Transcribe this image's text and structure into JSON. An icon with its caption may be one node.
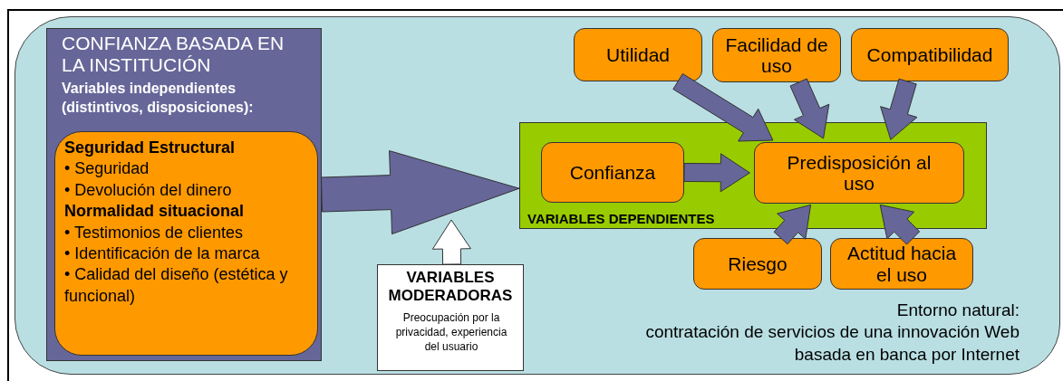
{
  "diagram": {
    "nodes": [
      {
        "text": [
          "Entorno natural:",
          "contratación de servicios de una innovación Web basada en banca por Internet"
        ]
      },
      {
        "text": [
          "CONFIANZA BASADA EN LA INSTITUCIÓN",
          "Variables independientes (distintivos, disposiciones):"
        ],
        "in": 0
      },
      {
        "text": [
          "Seguridad Estructural",
          "• Seguridad",
          "• Devolución del dinero",
          "Normalidad situacional",
          "• Testimonios de clientes",
          "• Identificación de la marca",
          "• Calidad del diseño (estética y funcional)"
        ],
        "in": 1
      },
      {
        "text": [
          "VARIABLES DEPENDIENTES"
        ],
        "in": 0
      },
      {
        "text": [
          "Confianza"
        ],
        "in": 3
      },
      {
        "text": [
          "Predisposición al uso"
        ],
        "in": 3
      },
      {
        "text": [
          "Utilidad"
        ],
        "in": 0
      },
      {
        "text": [
          "Facilidad de uso"
        ],
        "in": 0
      },
      {
        "text": [
          "Compatibilidad"
        ],
        "in": 0
      },
      {
        "text": [
          "Riesgo"
        ],
        "in": 0
      },
      {
        "text": [
          "Actitud hacia el uso"
        ],
        "in": 0
      },
      {
        "text": [
          "VARIABLES MODERADORAS",
          "Preocupación por la privacidad, experiencia del usuario"
        ],
        "in": 0
      }
    ],
    "edges": [
      {
        "from": 1,
        "to": 3,
        "arrow": "to",
        "style": "thick"
      },
      {
        "from": 11,
        "to": null,
        "arrow": "to",
        "color": "#ffffff"
      },
      {
        "from": 4,
        "to": 5,
        "arrow": "to"
      },
      {
        "from": 6,
        "to": 5,
        "arrow": "to"
      },
      {
        "from": 7,
        "to": 5,
        "arrow": "to"
      },
      {
        "from": 8,
        "to": 5,
        "arrow": "to"
      },
      {
        "from": 9,
        "to": 5,
        "arrow": "to"
      },
      {
        "from": 10,
        "to": 5,
        "arrow": "to"
      }
    ]
  }
}
